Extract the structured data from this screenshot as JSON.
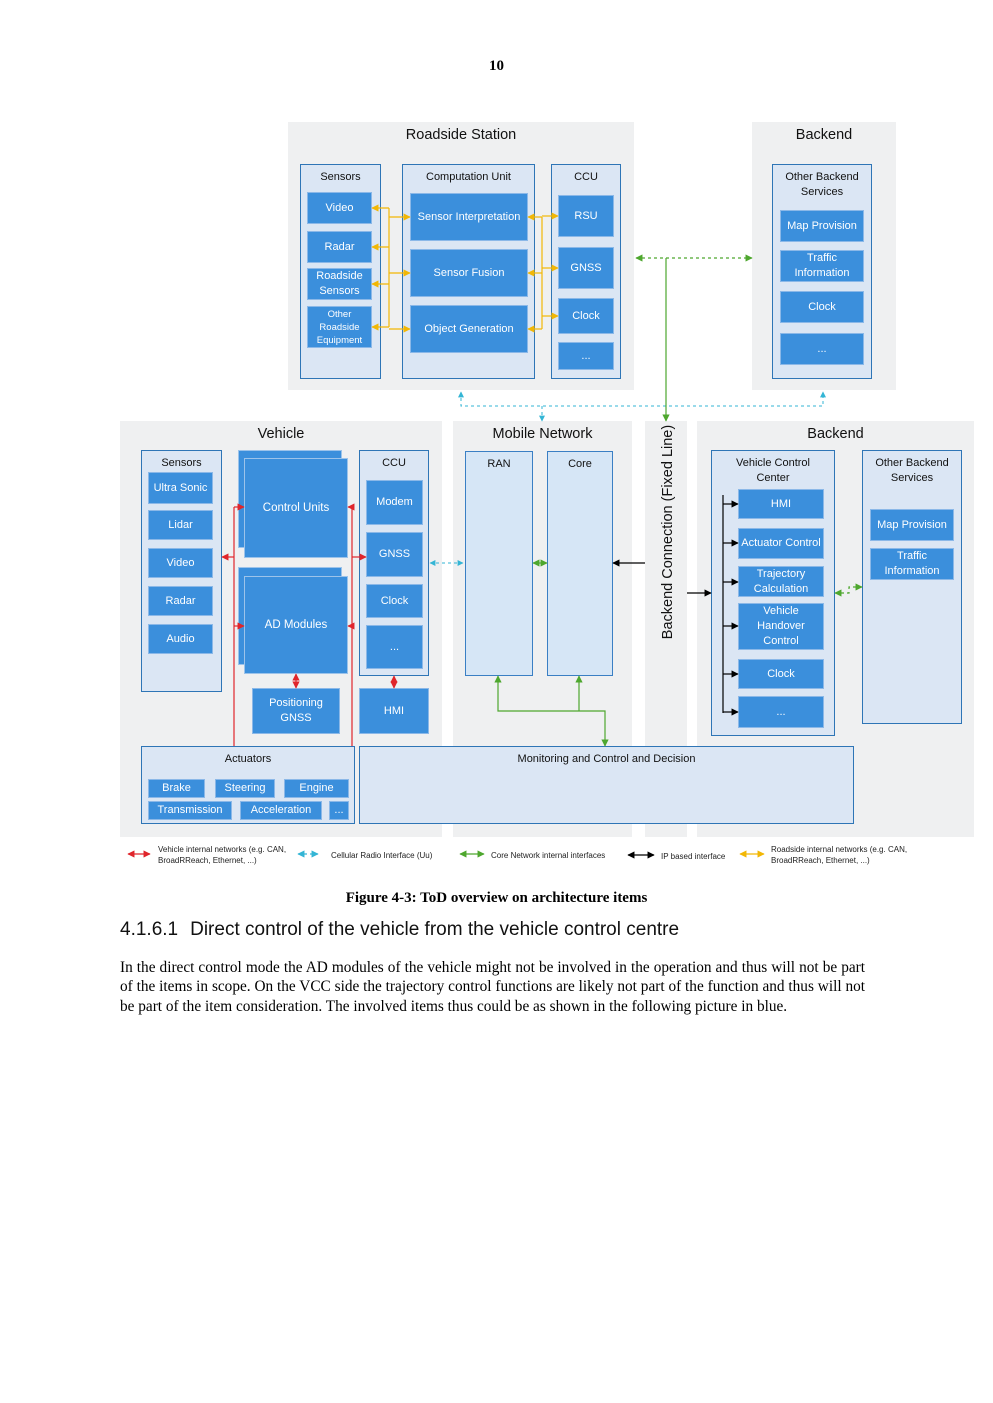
{
  "page": {
    "number": "10"
  },
  "diagram": {
    "roadside_station": {
      "title": "Roadside Station",
      "sensors": {
        "title": "Sensors",
        "items": [
          "Video",
          "Radar",
          "Roadside Sensors",
          "Other Roadside Equipment"
        ]
      },
      "computation_unit": {
        "title": "Computation Unit",
        "items": [
          "Sensor Interpretation",
          "Sensor Fusion",
          "Object Generation"
        ]
      },
      "ccu": {
        "title": "CCU",
        "items": [
          "RSU",
          "GNSS",
          "Clock",
          "..."
        ]
      }
    },
    "backend_top": {
      "title": "Backend",
      "other_services": {
        "title": "Other Backend Services",
        "items": [
          "Map Provision",
          "Traffic Information",
          "Clock",
          "..."
        ]
      }
    },
    "vehicle": {
      "title": "Vehicle",
      "sensors": {
        "title": "Sensors",
        "items": [
          "Ultra Sonic",
          "Lidar",
          "Video",
          "Radar",
          "Audio"
        ]
      },
      "control_units": "Control Units",
      "ad_modules": "AD Modules",
      "positioning": "Positioning GNSS",
      "ccu": {
        "title": "CCU",
        "items": [
          "Modem",
          "GNSS",
          "Clock",
          "..."
        ]
      },
      "hmi": "HMI",
      "actuators": {
        "title": "Actuators",
        "items": [
          "Brake",
          "Steering",
          "Engine",
          "Transmission",
          "Acceleration",
          "..."
        ]
      }
    },
    "mobile_network": {
      "title": "Mobile Network",
      "ran": "RAN",
      "core": "Core"
    },
    "backend_connection": "Backend Connection (Fixed Line)",
    "backend_bottom": {
      "title": "Backend",
      "vcc": {
        "title": "Vehicle Control Center",
        "items": [
          "HMI",
          "Actuator Control",
          "Trajectory Calculation",
          "Vehicle Handover Control",
          "Clock",
          "..."
        ]
      },
      "other_services": {
        "title": "Other Backend Services",
        "items": [
          "Map Provision",
          "Traffic Information"
        ]
      }
    },
    "monitoring": "Monitoring and Control and Decision",
    "legend": [
      {
        "label": "Vehicle internal networks (e.g. CAN, BroadRReach, Ethernet, ...)",
        "color": "#e0252b"
      },
      {
        "label": "Cellular Radio Interface (Uu)",
        "color": "#33b5d5"
      },
      {
        "label": "Core Network internal interfaces",
        "color": "#4ea72e"
      },
      {
        "label": "IP based interface",
        "color": "#000000"
      },
      {
        "label": "Roadside internal networks (e.g. CAN, BroadRReach, Ethernet, ...)",
        "color": "#f2b705"
      }
    ]
  },
  "caption": "Figure 4-3: ToD overview on architecture items",
  "section": {
    "number": "4.1.6.1",
    "title": "Direct control of the vehicle from the vehicle control centre"
  },
  "body_text": "In the direct control mode the AD modules of the vehicle might not be involved in the operation and thus will not be part of the items in scope. On the VCC side the trajectory control functions are likely not part of the function and thus will not be part of the item consideration. The involved items thus could be as shown in the following picture in blue."
}
